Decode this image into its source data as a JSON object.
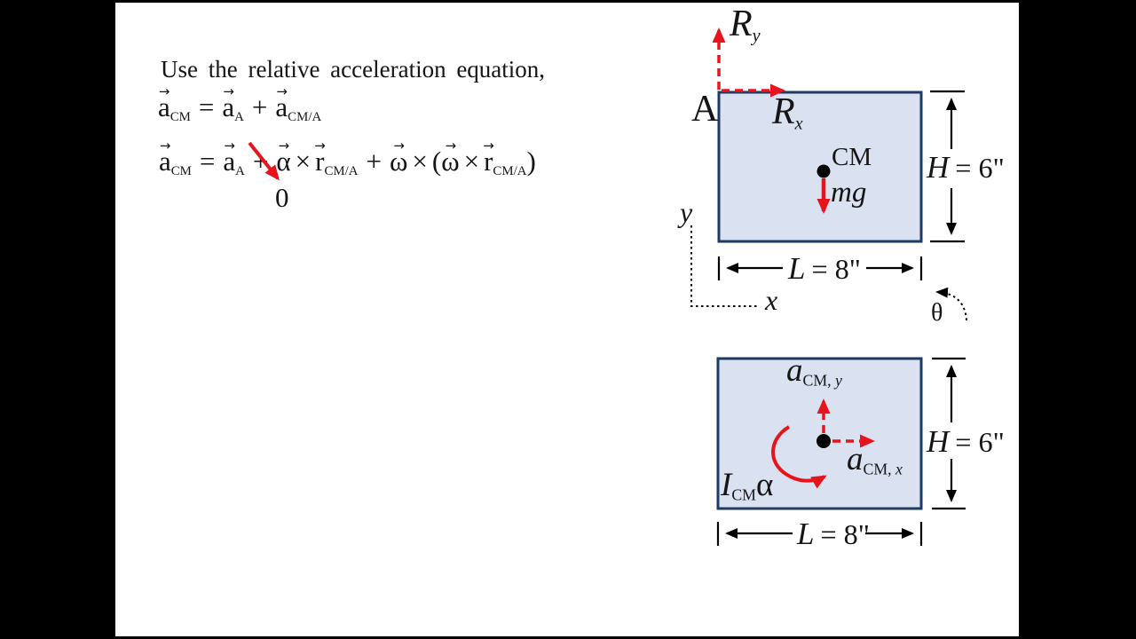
{
  "colors": {
    "accent_red": "#e8141c",
    "plate_fill": "#dae1f0",
    "plate_border": "#1e3a63",
    "letterbox_black": "#000000",
    "slide_background": "#ffffff"
  },
  "slide": {
    "intro_text": "Use the relative acceleration equation,",
    "math": {
      "vector_arrow": "→"
    },
    "eq1": {
      "lhs_base": "a",
      "lhs_sub": "CM",
      "equals": "=",
      "t1_base": "a",
      "t1_sub": "A",
      "plus": "+",
      "t2_base": "a",
      "t2_sub": "CM/A"
    },
    "eq2": {
      "lhs_base": "a",
      "lhs_sub": "CM",
      "equals": "=",
      "t1_base": "a",
      "t1_sub": "A",
      "plus1": "+",
      "alpha": "α",
      "times1": "×",
      "r1_base": "r",
      "r1_sub": "CM/A",
      "plus2": "+",
      "omega1": "ω",
      "times2": "×",
      "lparen": "(",
      "omega2": "ω",
      "times3": "×",
      "r2_base": "r",
      "r2_sub": "CM/A",
      "rparen": ")",
      "cancel_zero": "0"
    }
  },
  "fbd": {
    "corner_label": "A",
    "reaction_y": {
      "base": "R",
      "sub": "y"
    },
    "reaction_x": {
      "base": "R",
      "sub": "x"
    },
    "cm_label": "CM",
    "weight_label": "mg",
    "height": {
      "base": "H",
      "value": "= 6\""
    },
    "length": {
      "base": "L",
      "value": "= 8\""
    },
    "axis_y": "y",
    "axis_x": "x",
    "theta": "θ"
  },
  "kd": {
    "accel_y": {
      "base": "a",
      "sub": "CM, ",
      "sub_it": "y"
    },
    "accel_x": {
      "base": "a",
      "sub": "CM, ",
      "sub_it": "x"
    },
    "moment": {
      "base": "I",
      "sub": "CM",
      "alpha": "α"
    },
    "height": {
      "base": "H",
      "value": "= 6\""
    },
    "length": {
      "base": "L",
      "value": "= 8\""
    }
  }
}
